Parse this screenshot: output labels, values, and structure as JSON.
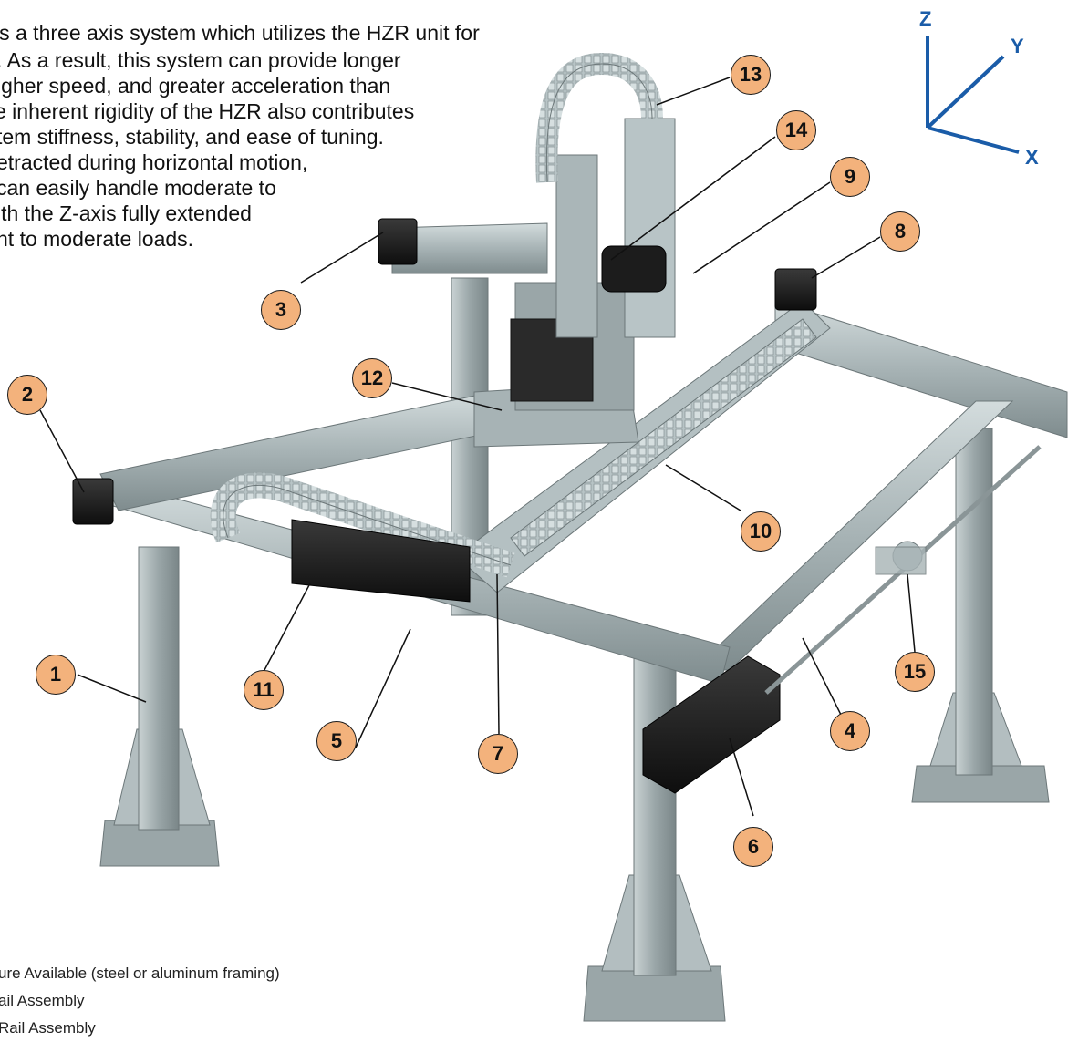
{
  "description_lines": [
    "is a three axis system which utilizes the HZR unit for",
    ". As a result, this system can provide longer",
    "igher speed, and greater acceleration than",
    "e inherent rigidity of the HZR also contributes",
    "tem stiffness, stability, and ease of tuning.",
    "etracted during horizontal motion,",
    "can easily handle moderate to",
    "ith the Z-axis fully extended",
    "ht to moderate loads."
  ],
  "parts_list": [
    "ure Available (steel or aluminum framing)",
    "ail Assembly",
    "Rail Assembly"
  ],
  "axes": {
    "z": "Z",
    "y": "Y",
    "x": "X",
    "color": "#1a5ca8"
  },
  "callouts": [
    "1",
    "2",
    "3",
    "4",
    "5",
    "6",
    "7",
    "8",
    "9",
    "10",
    "11",
    "12",
    "13",
    "14",
    "15"
  ],
  "colors": {
    "callout_fill": "#f3b27c",
    "frame": "#a9b6b8",
    "motor": "#1c1c1c"
  }
}
